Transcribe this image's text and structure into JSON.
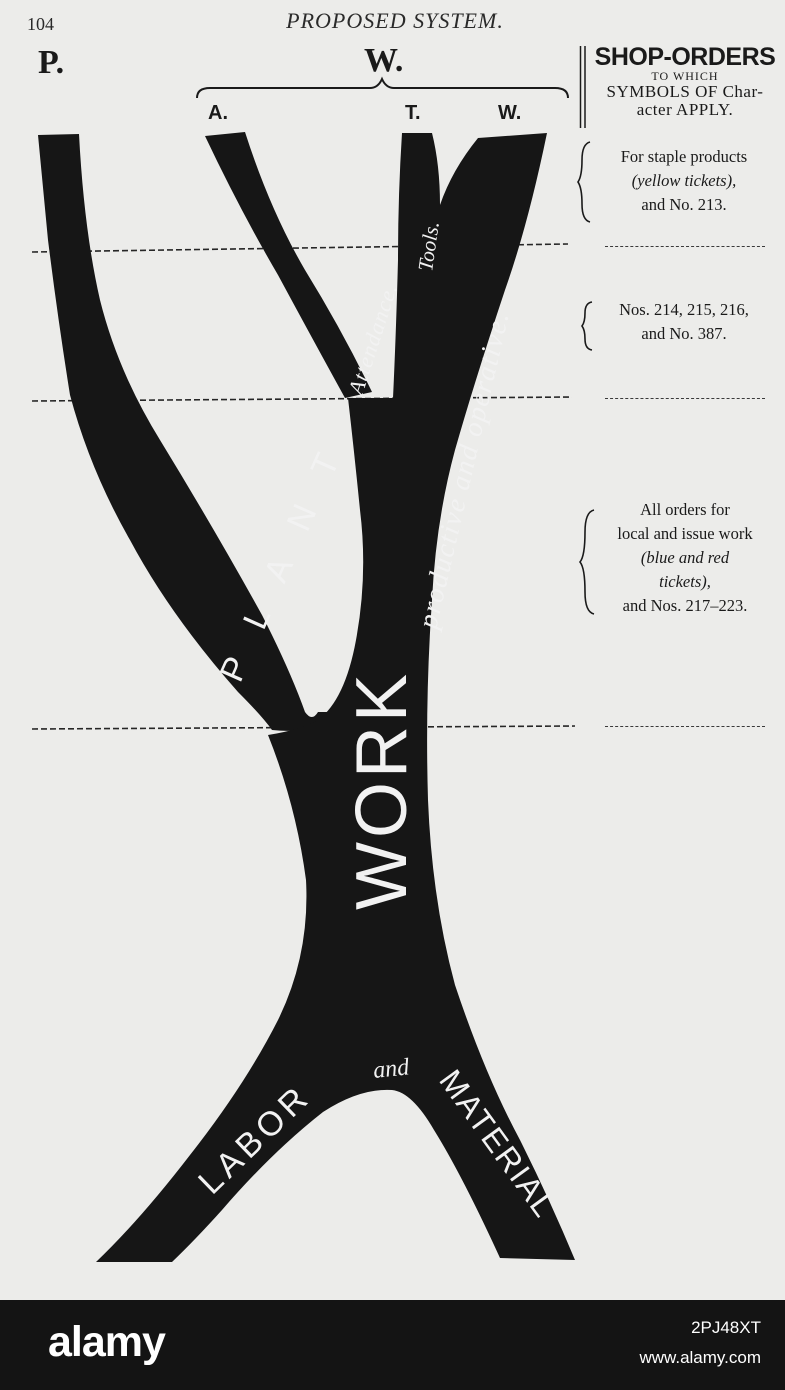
{
  "header": {
    "page_number": "104",
    "running_head": "PROPOSED SYSTEM.",
    "col_p": "P.",
    "col_w": "W.",
    "sub_a": "A.",
    "sub_t": "T.",
    "sub_w": "W."
  },
  "shop_orders": {
    "title_line1": "SHOP-ORDERS",
    "title_line2": "TO WHICH",
    "title_line3": "SYMBOLS OF Char-",
    "title_line4": "acter APPLY."
  },
  "notes": {
    "n1_line1": "For staple products",
    "n1_line2": "(yellow tickets),",
    "n1_line3": "and No. 213.",
    "n2_line1": "Nos. 214, 215, 216,",
    "n2_line2": "and No. 387.",
    "n3_line1": "All orders for",
    "n3_line2": "local and issue work",
    "n3_line3": "(blue and red",
    "n3_line4": "tickets),",
    "n3_line5": "and Nos. 217–223."
  },
  "diagram": {
    "plant": "P L A N T",
    "attendance": "Attendance.",
    "tools": "Tools.",
    "productive": "productive and operative.",
    "work": "WORK",
    "labor": "LABOR",
    "and": "and",
    "material": "MATERIAL"
  },
  "footer": {
    "logo": "alamy",
    "image_id": "2PJ48XT",
    "url": "www.alamy.com"
  },
  "colors": {
    "paper": "#ececea",
    "ink": "#141414",
    "footer": "#141414"
  }
}
